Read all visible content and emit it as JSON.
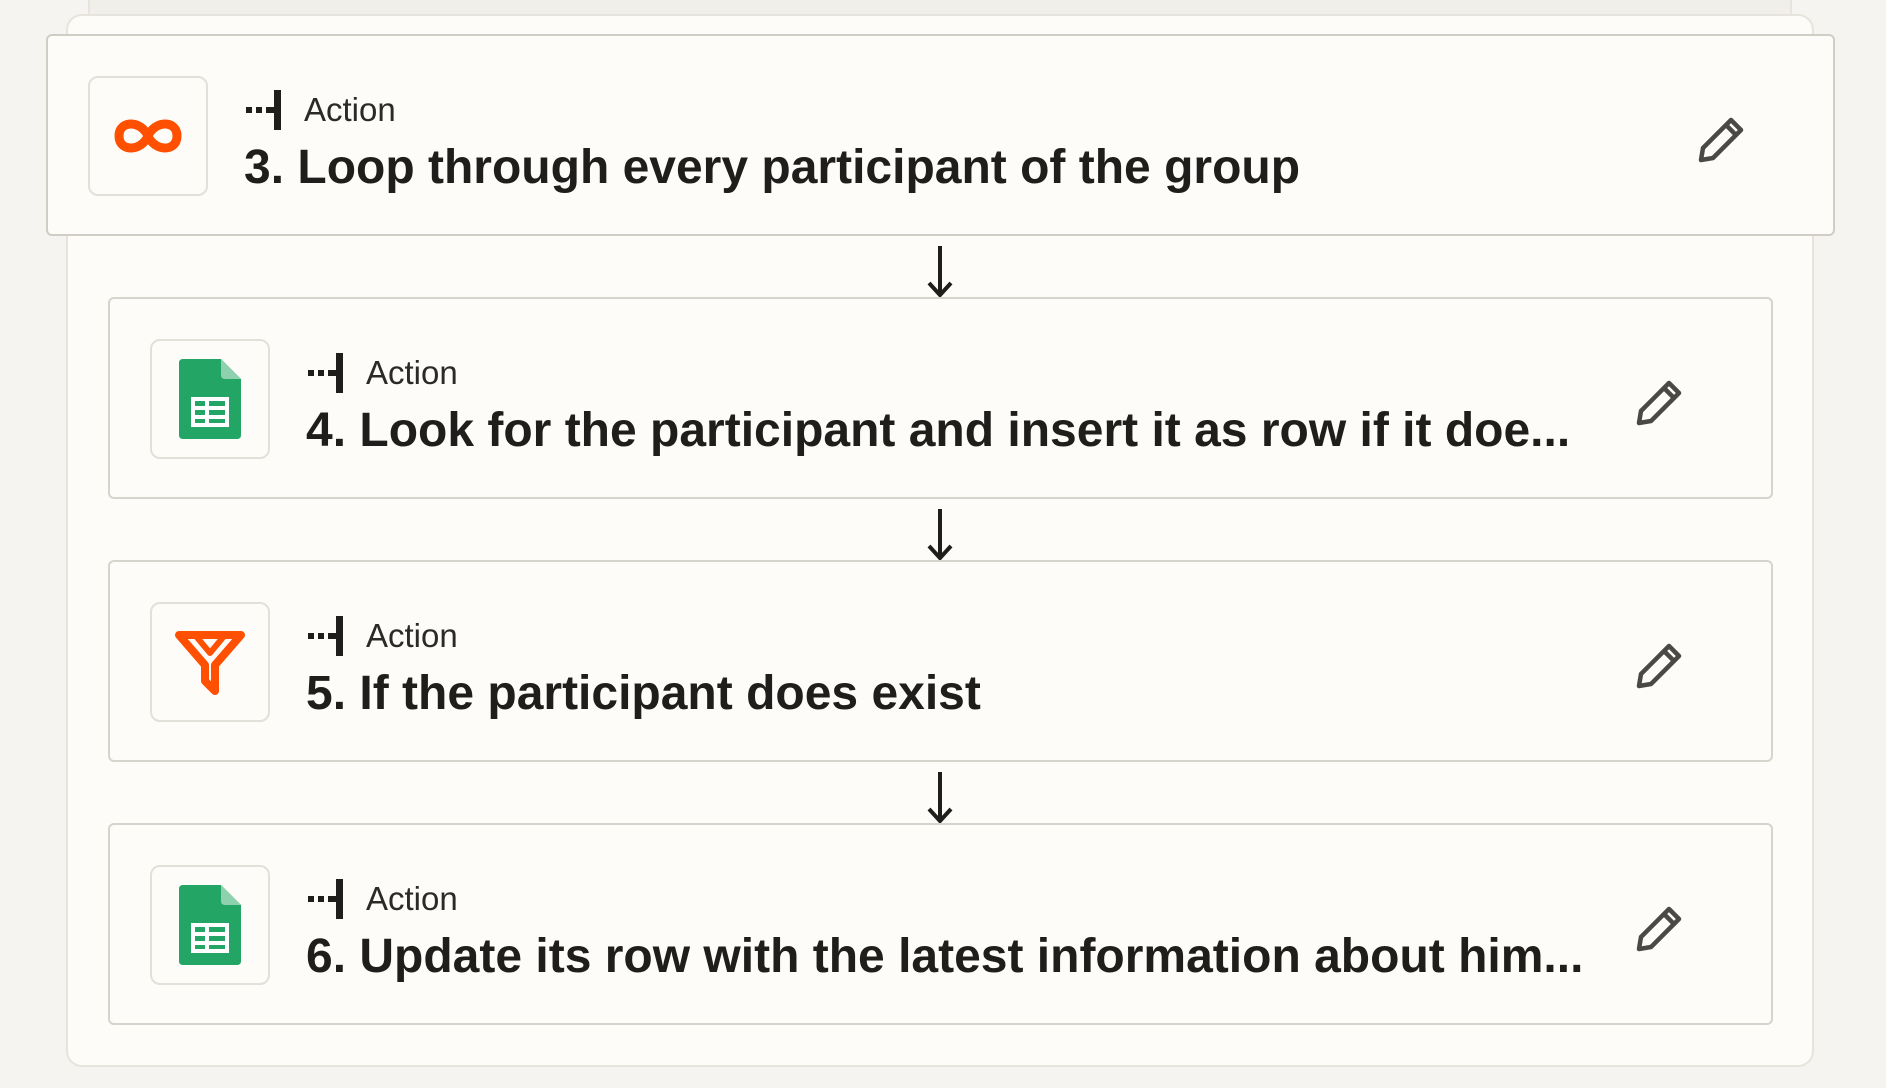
{
  "steps": [
    {
      "number": "3.",
      "type_label": "Action",
      "title": "Loop through every participant of the group",
      "icon": "loop-icon",
      "icon_color": "#ff4f00"
    },
    {
      "number": "4.",
      "type_label": "Action",
      "title": "Look for the participant and insert it as row if it doe...",
      "icon": "google-sheets-icon",
      "icon_color": "#23a566"
    },
    {
      "number": "5.",
      "type_label": "Action",
      "title": "If the participant does exist",
      "icon": "filter-icon",
      "icon_color": "#ff4f00"
    },
    {
      "number": "6.",
      "type_label": "Action",
      "title": "Update its row with the latest information about him...",
      "icon": "google-sheets-icon",
      "icon_color": "#23a566"
    }
  ],
  "colors": {
    "accent": "#ff4f00",
    "sheets_green": "#23a566",
    "card_border": "#d6d4cc",
    "background": "#f5f4f0"
  }
}
